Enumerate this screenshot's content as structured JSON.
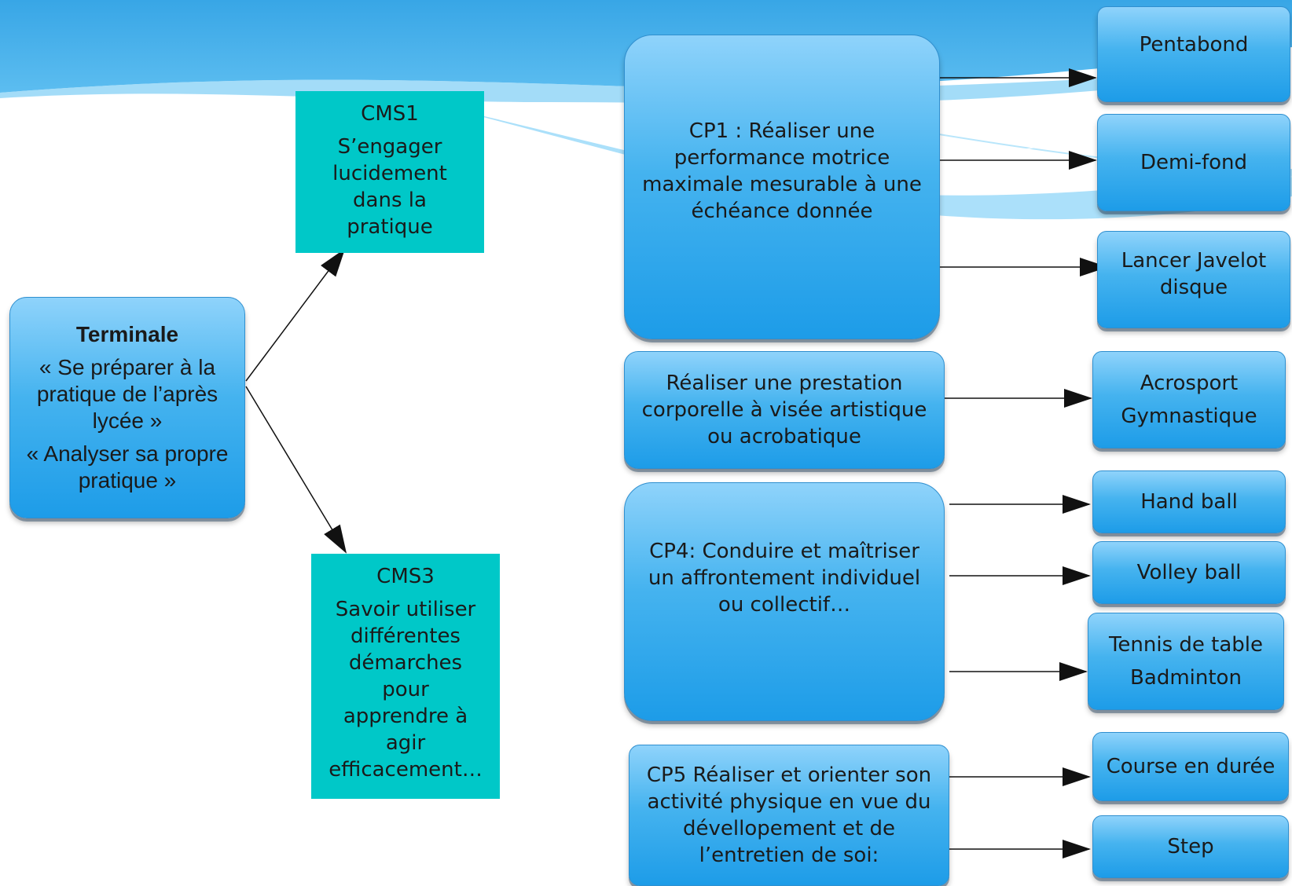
{
  "root": {
    "title": "Terminale",
    "line1": "« Se préparer à la pratique de l’après lycée »",
    "line2": "« Analyser sa propre pratique »"
  },
  "cms1": {
    "title": "CMS1",
    "text": "S’engager lucidement dans la pratique"
  },
  "cms3": {
    "title": "CMS3",
    "text": "Savoir utiliser différentes démarches pour apprendre à agir efficacement…"
  },
  "cp1": {
    "text": "CP1 : Réaliser une performance motrice maximale mesurable à une échéance donnée"
  },
  "cp3": {
    "text": "Réaliser une prestation corporelle à visée artistique ou acrobatique"
  },
  "cp4": {
    "text": "CP4: Conduire et maîtriser un affrontement individuel ou collectif…"
  },
  "cp5": {
    "text": "CP5 Réaliser et orienter son activité physique en vue du dévellopement et de l’entretien de soi:"
  },
  "activities": {
    "pentabond": "Pentabond",
    "demi_fond": "Demi-fond",
    "lancer_1": "Lancer Javelot",
    "lancer_2": "disque",
    "acro_1": "Acrosport",
    "acro_2": "Gymnastique",
    "handball": "Hand ball",
    "volley": "Volley ball",
    "tennis_1": "Tennis de table",
    "tennis_2": "Badminton",
    "course": "Course en durée",
    "step": "Step"
  },
  "colors": {
    "box_top": "#8fd3fb",
    "box_bottom": "#1d9ce8",
    "teal": "#00c8c8",
    "header_wave": "#3aa8e6"
  }
}
